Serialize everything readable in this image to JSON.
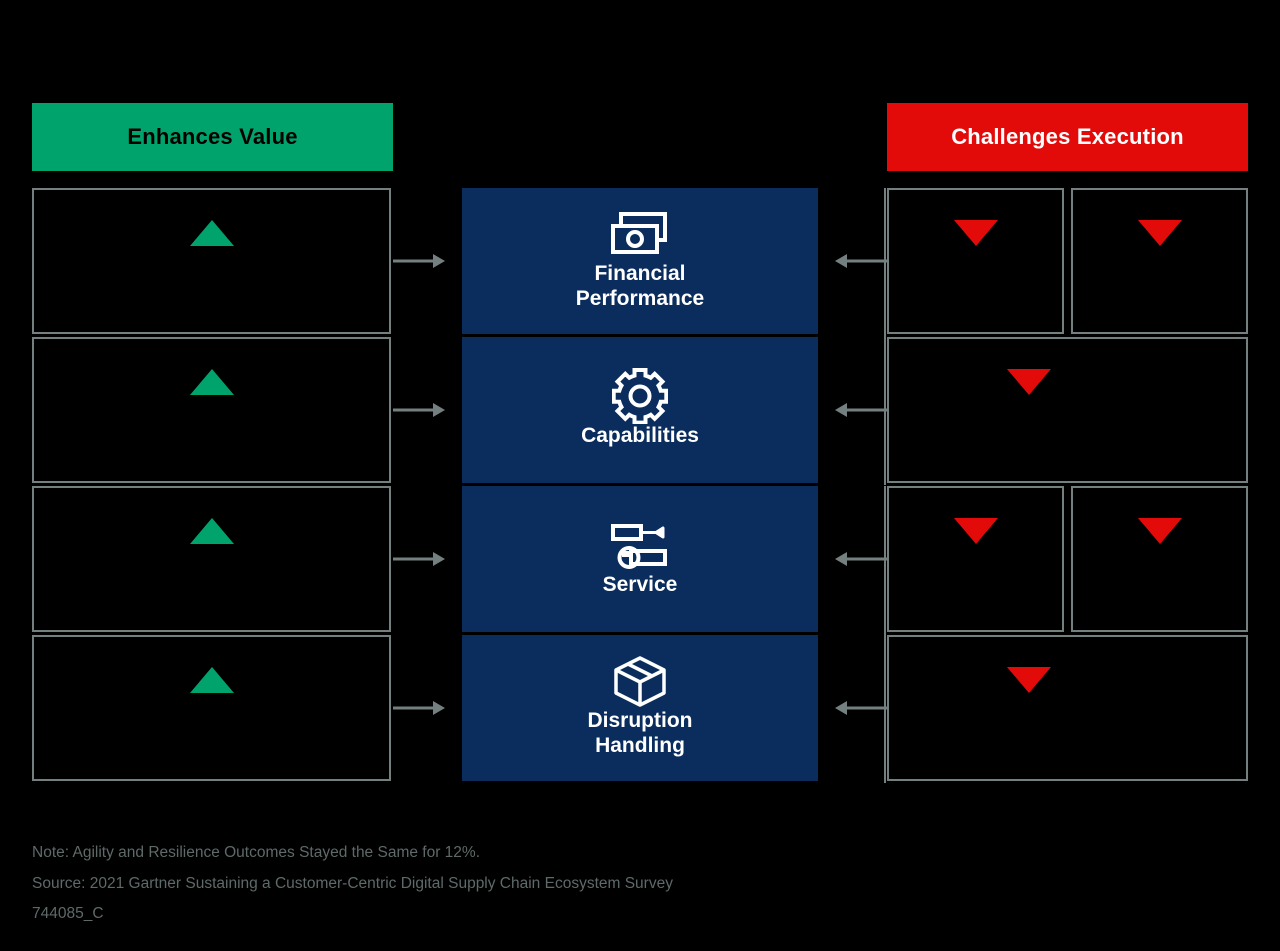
{
  "headers": {
    "left": "Enhances Value",
    "right": "Challenges Execution"
  },
  "colors": {
    "enhances_value": "#00A36C",
    "challenges_execution": "#E30A0A",
    "category_box": "#0A2D5E",
    "border": "#74807F",
    "background": "#000000",
    "footer_text": "#5E6A69"
  },
  "rows": [
    {
      "category": "Financial\nPerformance",
      "icon": "banknotes-icon",
      "left_marker": "green-up-triangle",
      "right_boxes": [
        {
          "layout": "half",
          "marker": "red-down-triangle"
        },
        {
          "layout": "half",
          "marker": "red-down-triangle"
        }
      ]
    },
    {
      "category": "Capabilities",
      "icon": "gear-icon",
      "left_marker": "green-up-triangle",
      "right_boxes": [
        {
          "layout": "full",
          "marker": "red-down-triangle"
        }
      ]
    },
    {
      "category": "Service",
      "icon": "tools-icon",
      "left_marker": "green-up-triangle",
      "right_boxes": [
        {
          "layout": "half",
          "marker": "red-down-triangle"
        },
        {
          "layout": "half",
          "marker": "red-down-triangle"
        }
      ]
    },
    {
      "category": "Disruption\nHandling",
      "icon": "package-box-icon",
      "left_marker": "green-up-triangle",
      "right_boxes": [
        {
          "layout": "full",
          "marker": "red-down-triangle"
        }
      ]
    }
  ],
  "footer": {
    "note": "Note: Agility and Resilience Outcomes Stayed the Same for 12%.",
    "source": "Source: 2021 Gartner Sustaining a Customer-Centric Digital Supply Chain Ecosystem Survey",
    "id": "744085_C"
  },
  "chart_data": {
    "type": "diagram",
    "title": "",
    "categories": [
      "Financial Performance",
      "Capabilities",
      "Service",
      "Disruption Handling"
    ],
    "series": [
      {
        "name": "Enhances Value",
        "direction": "up",
        "color": "#00A36C",
        "values": [
          1,
          1,
          1,
          1
        ]
      },
      {
        "name": "Challenges Execution",
        "direction": "down",
        "color": "#E30A0A",
        "values": [
          2,
          1,
          2,
          1
        ]
      }
    ],
    "legend_position": "top",
    "grid": false
  }
}
